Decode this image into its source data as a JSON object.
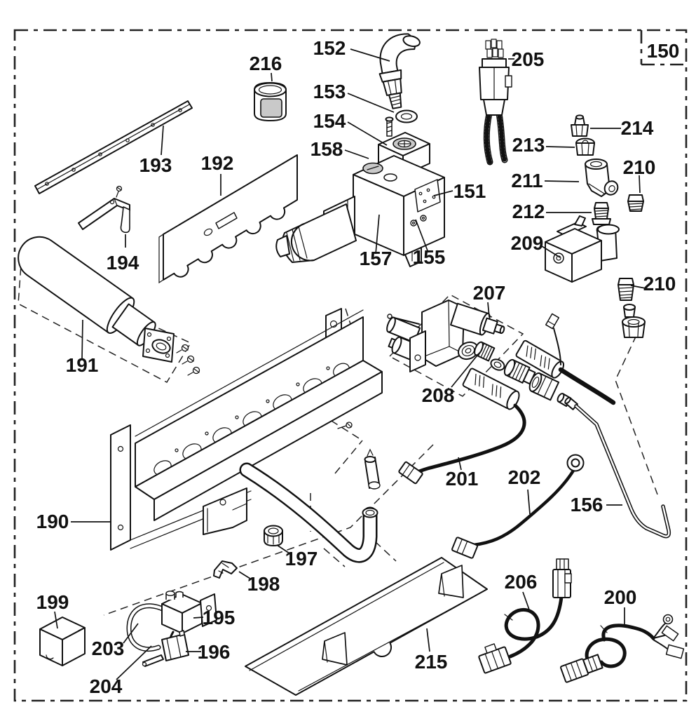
{
  "diagram": {
    "type": "exploded-parts-diagram",
    "sheet_label": "150",
    "colors": {
      "line": "#111111",
      "light_fill": "#c9c9c9",
      "background": "#ffffff"
    },
    "part_labels": {
      "p150": "150",
      "p151": "151",
      "p152": "152",
      "p153": "153",
      "p154": "154",
      "p155": "155",
      "p156": "156",
      "p157": "157",
      "p158": "158",
      "p190": "190",
      "p191": "191",
      "p192": "192",
      "p193": "193",
      "p194": "194",
      "p195": "195",
      "p196": "196",
      "p197": "197",
      "p198": "198",
      "p199": "199",
      "p200": "200",
      "p201": "201",
      "p202": "202",
      "p203": "203",
      "p204": "204",
      "p205": "205",
      "p206": "206",
      "p207": "207",
      "p208": "208",
      "p209": "209",
      "p210a": "210",
      "p210b": "210",
      "p211": "211",
      "p212": "212",
      "p213": "213",
      "p214": "214",
      "p215": "215",
      "p216": "216"
    }
  }
}
